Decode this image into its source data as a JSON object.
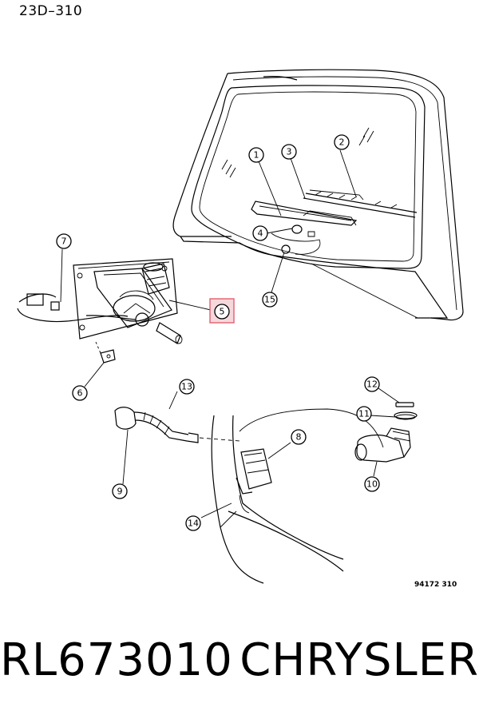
{
  "page_code": "23D–310",
  "diagram_ref": "94172 310",
  "footer": {
    "part_number": "RL673010",
    "brand": "CHRYSLER"
  },
  "highlight_color": "#e06070",
  "callouts": [
    {
      "id": "1",
      "label": "1"
    },
    {
      "id": "2",
      "label": "2"
    },
    {
      "id": "3",
      "label": "3"
    },
    {
      "id": "4",
      "label": "4"
    },
    {
      "id": "5",
      "label": "5"
    },
    {
      "id": "6",
      "label": "6"
    },
    {
      "id": "7",
      "label": "7"
    },
    {
      "id": "8",
      "label": "8"
    },
    {
      "id": "9",
      "label": "9"
    },
    {
      "id": "10",
      "label": "10"
    },
    {
      "id": "11",
      "label": "11"
    },
    {
      "id": "12",
      "label": "12"
    },
    {
      "id": "13",
      "label": "13"
    },
    {
      "id": "14",
      "label": "14"
    },
    {
      "id": "15",
      "label": "15"
    }
  ]
}
